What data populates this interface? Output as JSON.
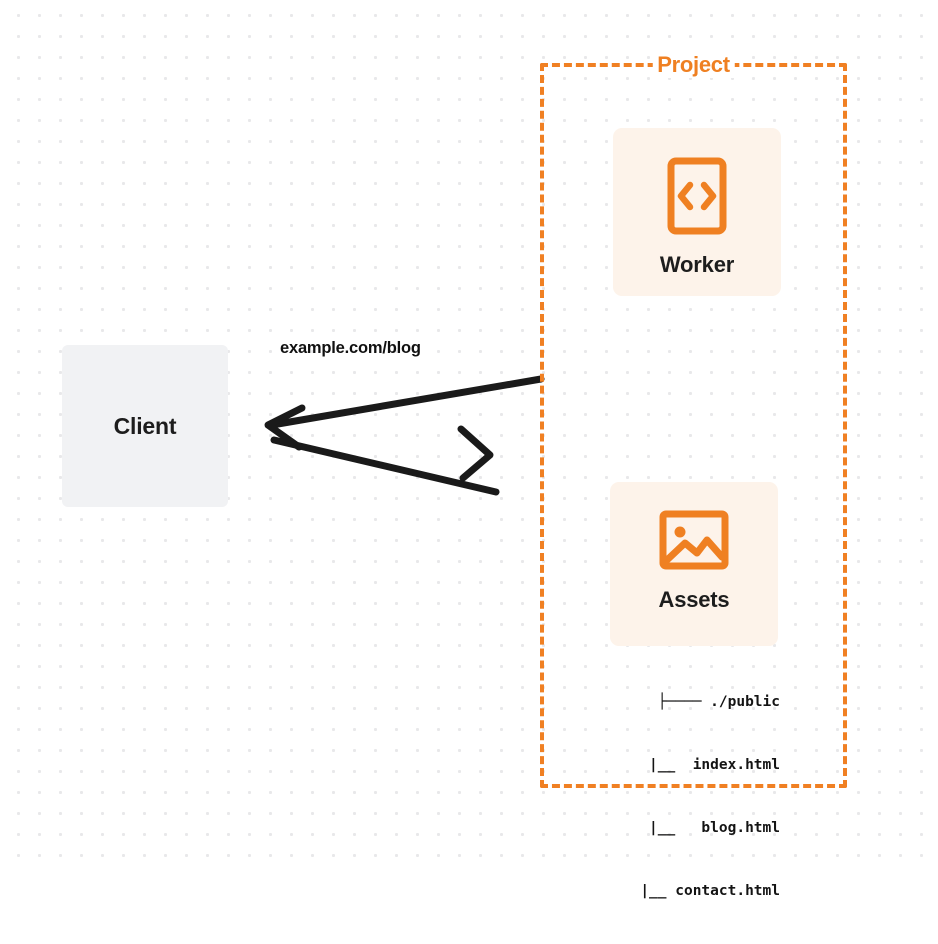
{
  "diagram": {
    "type": "architecture-flow",
    "background": {
      "style": "dot-grid",
      "dot_color": "#e8e8ea",
      "page_color": "#ffffff"
    },
    "accent_color": "#ef8022",
    "card_background": "#fdf3ea",
    "client_background": "#f1f2f4",
    "text_color": "#1d1d1d"
  },
  "client": {
    "label": "Client",
    "icon": "client-box-icon"
  },
  "connection": {
    "label": "example.com/blog",
    "request_direction": "client-to-project",
    "response_direction": "project-to-client",
    "line_color": "#1a1a1a"
  },
  "project": {
    "title": "Project",
    "border_style": "dashed",
    "border_color": "#f08023",
    "nodes": [
      {
        "id": "worker",
        "label": "Worker",
        "icon": "code-file-icon",
        "icon_color": "#ef8022"
      },
      {
        "id": "assets",
        "label": "Assets",
        "icon": "image-picture-icon",
        "icon_color": "#ef8022"
      }
    ],
    "assets_tree": [
      "├──── ./public",
      "    |__  index.html",
      "    |__   blog.html",
      "  |__ contact.html"
    ],
    "assets_tree_files": [
      "./public",
      "index.html",
      "blog.html",
      "contact.html"
    ]
  }
}
